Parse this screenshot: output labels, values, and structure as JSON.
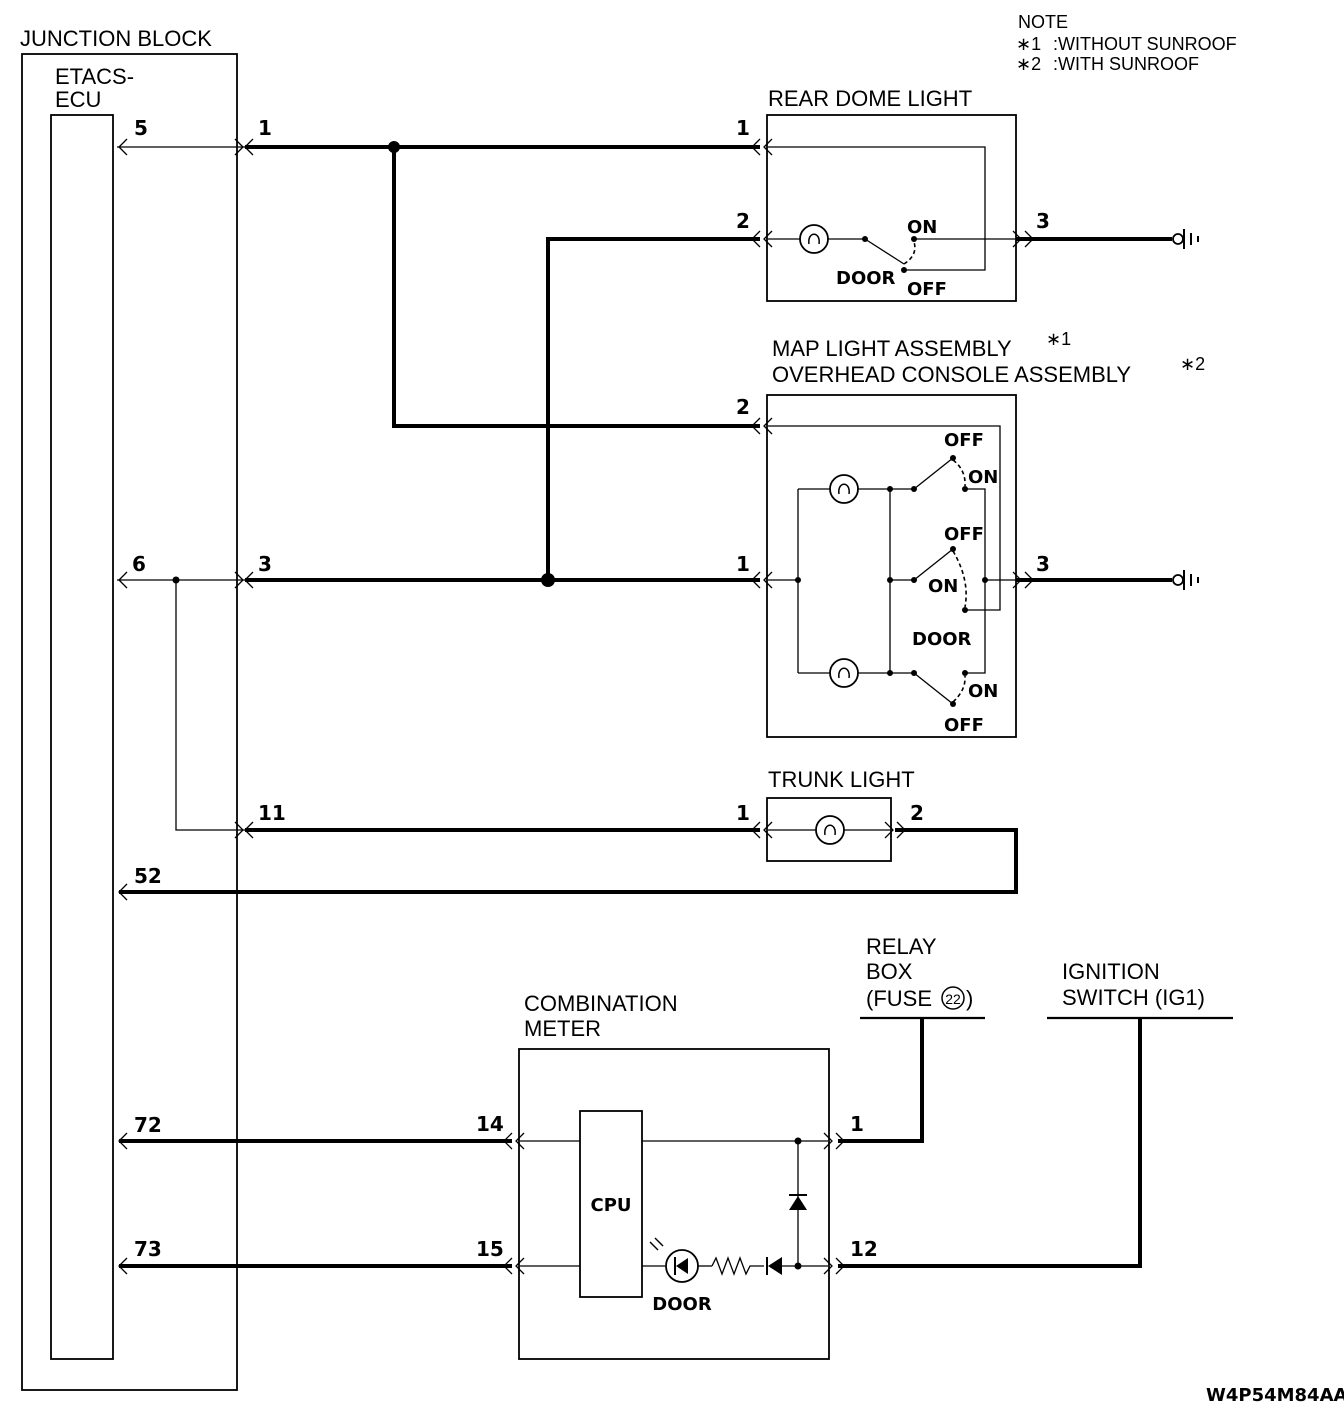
{
  "note": {
    "title": "NOTE",
    "n1_mark": "∗1",
    "n1_text": ":WITHOUT SUNROOF",
    "n2_mark": "∗2",
    "n2_text": ":WITH SUNROOF"
  },
  "junction_block": {
    "title": "JUNCTION BLOCK",
    "ecu_line1": "ETACS-",
    "ecu_line2": "ECU"
  },
  "ecu_pins": {
    "p5": "5",
    "p6": "6",
    "p52": "52",
    "p72": "72",
    "p73": "73"
  },
  "jb_pins": {
    "p1": "1",
    "p3": "3",
    "p11": "11"
  },
  "rear_dome": {
    "title": "REAR DOME LIGHT",
    "pin1": "1",
    "pin2": "2",
    "pin3": "3",
    "on": "ON",
    "door": "DOOR",
    "off": "OFF"
  },
  "map_light": {
    "title1": "MAP LIGHT ASSEMBLY",
    "mark1": "∗1",
    "title2": "OVERHEAD CONSOLE ASSEMBLY",
    "mark2": "∗2",
    "pin2": "2",
    "pin1": "1",
    "pin3": "3",
    "off_top": "OFF",
    "on_top": "ON",
    "off_mid": "OFF",
    "on_mid": "ON",
    "door": "DOOR",
    "on_bot": "ON",
    "off_bot": "OFF"
  },
  "trunk_light": {
    "title": "TRUNK LIGHT",
    "pin1": "1",
    "pin2": "2"
  },
  "relay_box": {
    "line1": "RELAY",
    "line2": "BOX",
    "line3a": "(FUSE",
    "fuse_no": "22",
    "line3b": ")"
  },
  "ignition": {
    "line1": "IGNITION",
    "line2": "SWITCH (IG1)"
  },
  "combination_meter": {
    "line1": "COMBINATION",
    "line2": "METER",
    "cpu": "CPU",
    "door": "DOOR",
    "pin14": "14",
    "pin15": "15",
    "pin1": "1",
    "pin12": "12"
  },
  "diagram_code": "W4P54M84AA",
  "icons": [
    "bulb-icon",
    "ground-icon",
    "diode-icon",
    "led-icon",
    "resistor-icon",
    "connector-icon"
  ]
}
